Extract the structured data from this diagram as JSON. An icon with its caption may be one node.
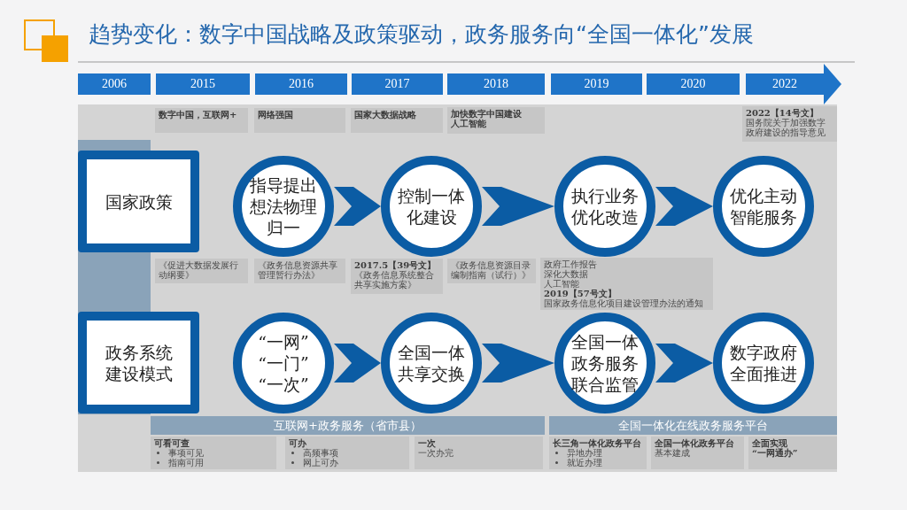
{
  "diagram": {
    "title": "趋势变化：数字中国战略及政策驱动，政务服务向“全国一体化”发展",
    "nodes": [
      {
        "text": [
          "国家政策"
        ]
      },
      {
        "text": [
          "指导提出想法物理归一"
        ]
      },
      {
        "text": [
          "控制一体化建设"
        ]
      },
      {
        "text": [
          "执行业务优化改造"
        ]
      },
      {
        "text": [
          "优化主动智能服务"
        ]
      },
      {
        "text": [
          "政务系统建设模式"
        ]
      },
      {
        "text": [
          "“一网” “一门” “一次”"
        ]
      },
      {
        "text": [
          "全国一体共享交换"
        ]
      },
      {
        "text": [
          "全国一体政务服务联合监管"
        ]
      },
      {
        "text": [
          "数字政府全面推进"
        ]
      }
    ],
    "edges": [
      {
        "from": 1,
        "to": 2,
        "arrow": "to"
      },
      {
        "from": 2,
        "to": 3,
        "arrow": "to"
      },
      {
        "from": 3,
        "to": 4,
        "arrow": "to"
      },
      {
        "from": 6,
        "to": 7,
        "arrow": "to"
      },
      {
        "from": 7,
        "to": 8,
        "arrow": "to"
      },
      {
        "from": 8,
        "to": 9,
        "arrow": "to"
      }
    ],
    "labels": [
      "2006",
      "2015",
      "2016",
      "2017",
      "2018",
      "2019",
      "2020",
      "2022",
      "数字中国，互联网+",
      "网络强国",
      "国家大数据战略",
      "加快数字中国建设",
      "人工智能",
      "2022【14号文】",
      "国务院关于加强数字政府建设的指导意见",
      "《促进大数据发展行动纲要》",
      "《政务信息资源共享管理暂行办法》",
      "2017.5【39号文】",
      "《政务信息系统整合共享实施方案》",
      "《政务信息资源目录编制指南（试行）》",
      "政府工作报告",
      "深化大数据",
      "人工智能",
      "2019【57号文】",
      "国家政务信息化项目建设管理办法的通知",
      "互联网+政务服务（省市县）",
      "全国一体化在线政务服务平台",
      "可看可查",
      "事项可见",
      "指南可用",
      "可办",
      "高频事项",
      "网上可办",
      "一次",
      "一次办完",
      "长三角一体化政务平台",
      "异地办理",
      "就近办理",
      "全国一体化政务平台",
      "基本建成",
      "全面实现",
      "“一网通办”"
    ]
  }
}
